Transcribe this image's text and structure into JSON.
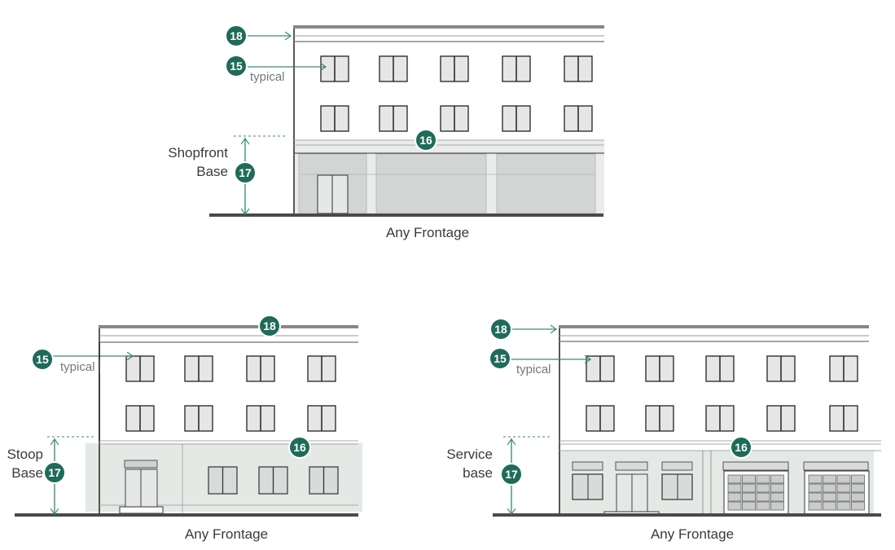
{
  "buildings": [
    {
      "frontage_label": "Any Frontage",
      "base_label_line1": "Shopfront",
      "base_label_line2": "Base",
      "typical_label": "typical",
      "badges": {
        "windows": "15",
        "base_top": "16",
        "base_height": "17",
        "roof": "18"
      }
    },
    {
      "frontage_label": "Any Frontage",
      "base_label_line1": "Stoop",
      "base_label_line2": "Base",
      "typical_label": "typical",
      "badges": {
        "windows": "15",
        "base_top": "16",
        "base_height": "17",
        "roof": "18"
      }
    },
    {
      "frontage_label": "Any Frontage",
      "base_label_line1": "Service",
      "base_label_line2": "base",
      "typical_label": "typical",
      "badges": {
        "windows": "15",
        "base_top": "16",
        "base_height": "17",
        "roof": "18"
      }
    }
  ],
  "colors": {
    "badge": "#1f6b5a",
    "arrow": "#3b8a78",
    "base_fill": "#e4e9e6",
    "ground": "#4a4a4a"
  }
}
